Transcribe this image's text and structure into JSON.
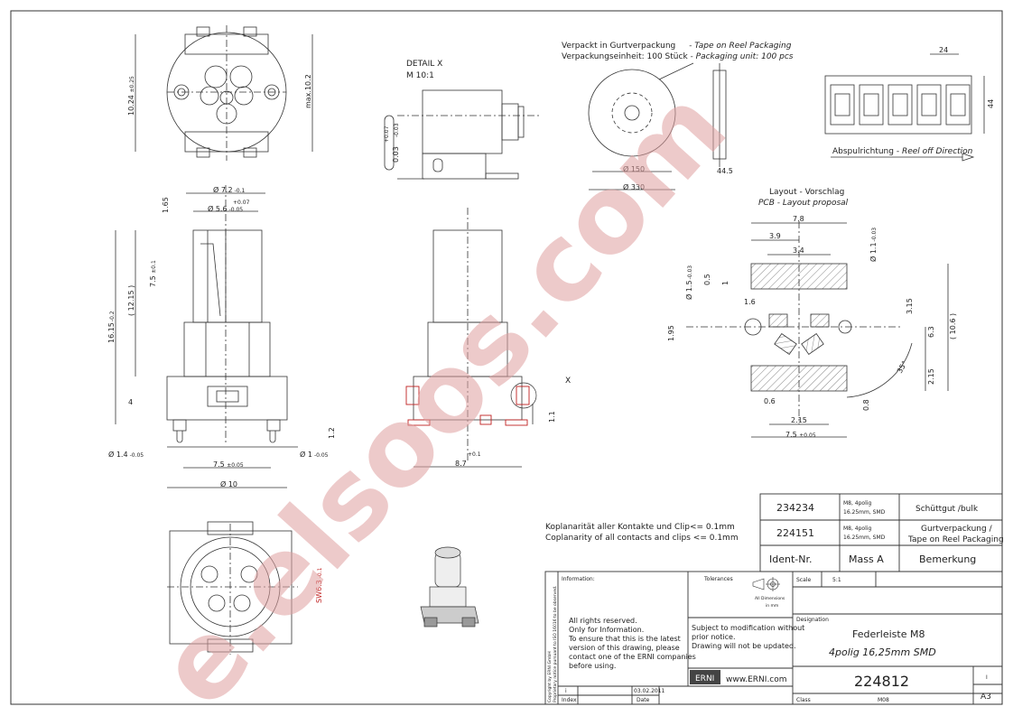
{
  "packaging": {
    "line1_de": "Verpackt in Gurtverpackung",
    "line1_en": "- Tape on Reel Packaging",
    "line2_de": "Verpackungseinheit: 100 Stück",
    "line2_en": "- Packaging unit: 100 pcs",
    "reel_dia_inner": "Ø 150",
    "reel_dia_outer": "Ø 330",
    "reel_width": "44.5",
    "tape_pitch": "24",
    "tape_width": "44",
    "reel_off_de": "Abspulrichtung -",
    "reel_off_en": "Reel off Direction"
  },
  "detail": {
    "title": "DETAIL X",
    "scale": "M 10:1",
    "tol": "0.03",
    "tol_plus": "+0.07",
    "tol_minus": "-0.03"
  },
  "top_view": {
    "h1": "10.24",
    "h1_tol": "±0.25",
    "h2": "max.10.2"
  },
  "front_view": {
    "d1": "Ø 7.2",
    "d1_tol": "-0.1",
    "d2": "Ø 5.6",
    "d2_tol_p": "+0.07",
    "d2_tol_m": "-0.05",
    "d3": "1.65",
    "d4": "7.5",
    "d4_tol": "±0.1",
    "d5": "12.15",
    "d6": "16.15",
    "d6_tol": "-0.2",
    "d7": "4",
    "d8": "1.2",
    "d9": "Ø 1.4",
    "d9_tol": "-0.05",
    "d10": "Ø 1",
    "d10_tol": "-0.05",
    "d11": "7.5",
    "d11_tol": "±0.05",
    "d12": "Ø 10"
  },
  "side_view": {
    "x_label": "X",
    "d1": "1.1",
    "d2": "8.7",
    "d2_tol": "+0.1"
  },
  "bottom_view": {
    "sw": "SW6.3",
    "sw_tol": "-0.1"
  },
  "layout": {
    "title_de": "Layout - Vorschlag",
    "title_en": "PCB - Layout proposal",
    "d_7_8": "7.8",
    "d_3_9": "3.9",
    "d_3_4": "3.4",
    "d_1_1": "Ø 1.1",
    "d_1_1_tol": "-0.03",
    "d_1_5": "Ø 1.5",
    "d_1_5_tol": "-0.03",
    "d_0_5": "0.5",
    "d_1": "1",
    "d_1_6": "1.6",
    "d_1_95": "1.95",
    "d_3_15": "3.15",
    "d_6_3": "6.3",
    "d_10_6": "10.6",
    "d_35": "35°",
    "d_2_15a": "2.15",
    "d_0_6": "0.6",
    "d_0_8": "0.8",
    "d_2_15b": "2.15",
    "d_7_5": "7.5",
    "d_7_5_tol": "±0.05"
  },
  "coplanarity": {
    "de": "Koplanarität aller Kontakte und Clip<= 0.1mm",
    "en": "Coplanarity of all contacts and clips <= 0.1mm"
  },
  "variants": {
    "rows": [
      {
        "id": "234234",
        "mass_line1": "M8, 4polig",
        "mass_line2": "16.25mm, SMD",
        "remark": "Schüttgut /bulk"
      },
      {
        "id": "224151",
        "mass_line1": "M8, 4polig",
        "mass_line2": "16.25mm, SMD",
        "remark_line1": "Gurtverpackung /",
        "remark_line2": "Tape on Reel Packaging"
      }
    ],
    "headers": {
      "ident": "Ident-Nr.",
      "mass": "Mass A",
      "remark": "Bemerkung"
    }
  },
  "title_block": {
    "information": "Information:",
    "tolerances": "Tolerances",
    "all_dims_1": "All Dimensions",
    "all_dims_2": "in mm",
    "scale_label": "Scale",
    "scale_value": "5:1",
    "rights": [
      "All rights reserved.",
      "Only for Information.",
      "To ensure that this is the latest",
      "version of this drawing, please",
      "contact one of the ERNI companies",
      "before using."
    ],
    "subject": [
      "Subject to modification without",
      "prior notice.",
      "Drawing will not be updated."
    ],
    "designation_label": "Designation",
    "designation_1": "Federleiste M8",
    "designation_2": "4polig  16,25mm   SMD",
    "number": "224812",
    "logo": "ERNI",
    "website": "www.ERNI.com",
    "index_val": "i",
    "date_val": "03.02.2011",
    "index_label": "Index",
    "date_label": "Date",
    "class_label": "Class",
    "class_value": "M08",
    "sheet_index": "I",
    "format": "A3",
    "copyright_1": "Copyright by ERNI GmbH",
    "copyright_2": "Proprietary notice pursuant to ISO 16016 to be observed."
  },
  "watermark": "e.elsoos.com",
  "colors": {
    "line": "#333333",
    "red": "#c02020",
    "watermark": "#e0a0a0"
  }
}
